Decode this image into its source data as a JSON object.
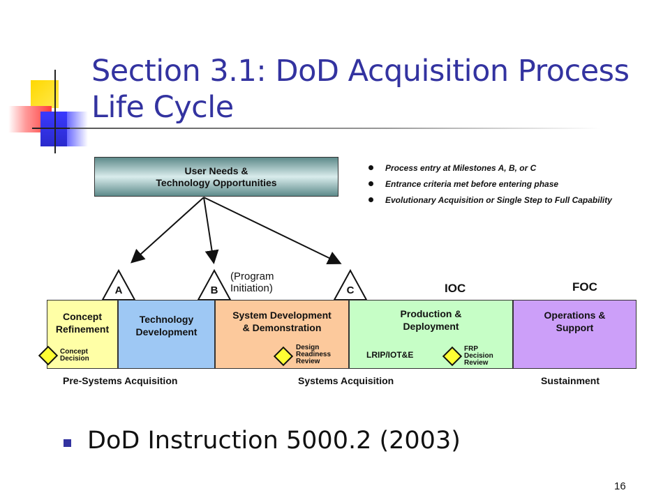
{
  "slide": {
    "title": "Section 3.1: DoD Acquisition Process Life Cycle",
    "page_number": "16"
  },
  "diagram": {
    "needs_box": {
      "line1": "User Needs &",
      "line2": "Technology Opportunities"
    },
    "notes": [
      "Process entry at Milestones A, B, or C",
      "Entrance criteria met before entering phase",
      "Evolutionary Acquisition or Single Step to Full Capability"
    ],
    "milestones": {
      "a": "A",
      "b": "B",
      "c": "C"
    },
    "program_initiation": {
      "line1": "(Program",
      "line2": "Initiation)"
    },
    "ioc": "IOC",
    "foc": "FOC",
    "phases": [
      {
        "line1": "Concept",
        "line2": "Refinement"
      },
      {
        "line1": "Technology",
        "line2": "Development"
      },
      {
        "line1": "System Development",
        "line2": "& Demonstration"
      },
      {
        "line1": "Production &",
        "line2": "Deployment"
      },
      {
        "line1": "Operations &",
        "line2": "Support"
      }
    ],
    "decisions": {
      "concept_decision": {
        "line1": "Concept",
        "line2": "Decision"
      },
      "design_review": {
        "line1": "Design",
        "line2": "Readiness",
        "line3": "Review"
      },
      "frp_review": {
        "line1": "FRP",
        "line2": "Decision",
        "line3": "Review"
      }
    },
    "lrip": "LRIP/IOT&E",
    "bottom_labels": {
      "pre_systems": "Pre-Systems Acquisition",
      "systems": "Systems Acquisition",
      "sustainment": "Sustainment"
    }
  },
  "bullet": "DoD Instruction 5000.2 (2003)",
  "colors": {
    "title": "#3333a0",
    "concept_refinement": "#ffffa6",
    "technology_development": "#9ec8f4",
    "system_development": "#fcc99c",
    "production": "#c6fec6",
    "operations": "#cc9ff9",
    "decision_diamond": "#ffff33"
  }
}
